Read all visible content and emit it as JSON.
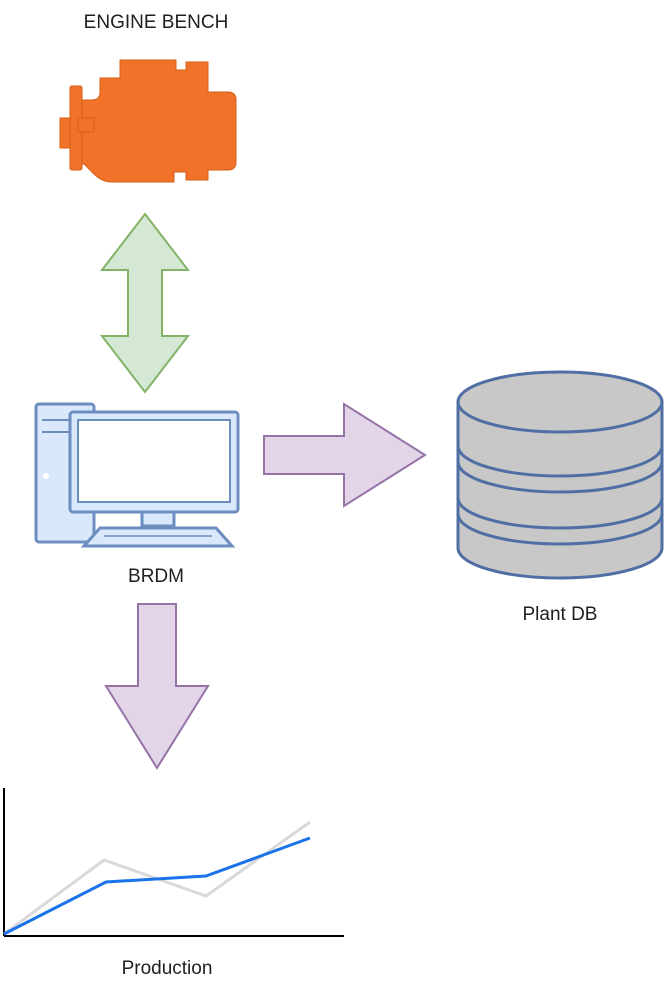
{
  "diagram": {
    "nodes": {
      "engine_bench": {
        "label": "ENGINE BENCH",
        "icon": "engine-icon",
        "color": "#f07329"
      },
      "brdm": {
        "label": "BRDM",
        "icon": "desktop-computer-icon",
        "color": "#dae8fc"
      },
      "plant_db": {
        "label": "Plant DB",
        "icon": "database-icon",
        "color": "#c8c8c8"
      },
      "production": {
        "label": "Production",
        "icon": "line-chart-icon"
      }
    },
    "edges": [
      {
        "from": "engine_bench",
        "to": "brdm",
        "style": "bidirectional",
        "color": "#d5e8d4"
      },
      {
        "from": "brdm",
        "to": "plant_db",
        "style": "arrow",
        "color": "#e1d5e7"
      },
      {
        "from": "brdm",
        "to": "production",
        "style": "arrow",
        "color": "#e1d5e7"
      }
    ]
  }
}
